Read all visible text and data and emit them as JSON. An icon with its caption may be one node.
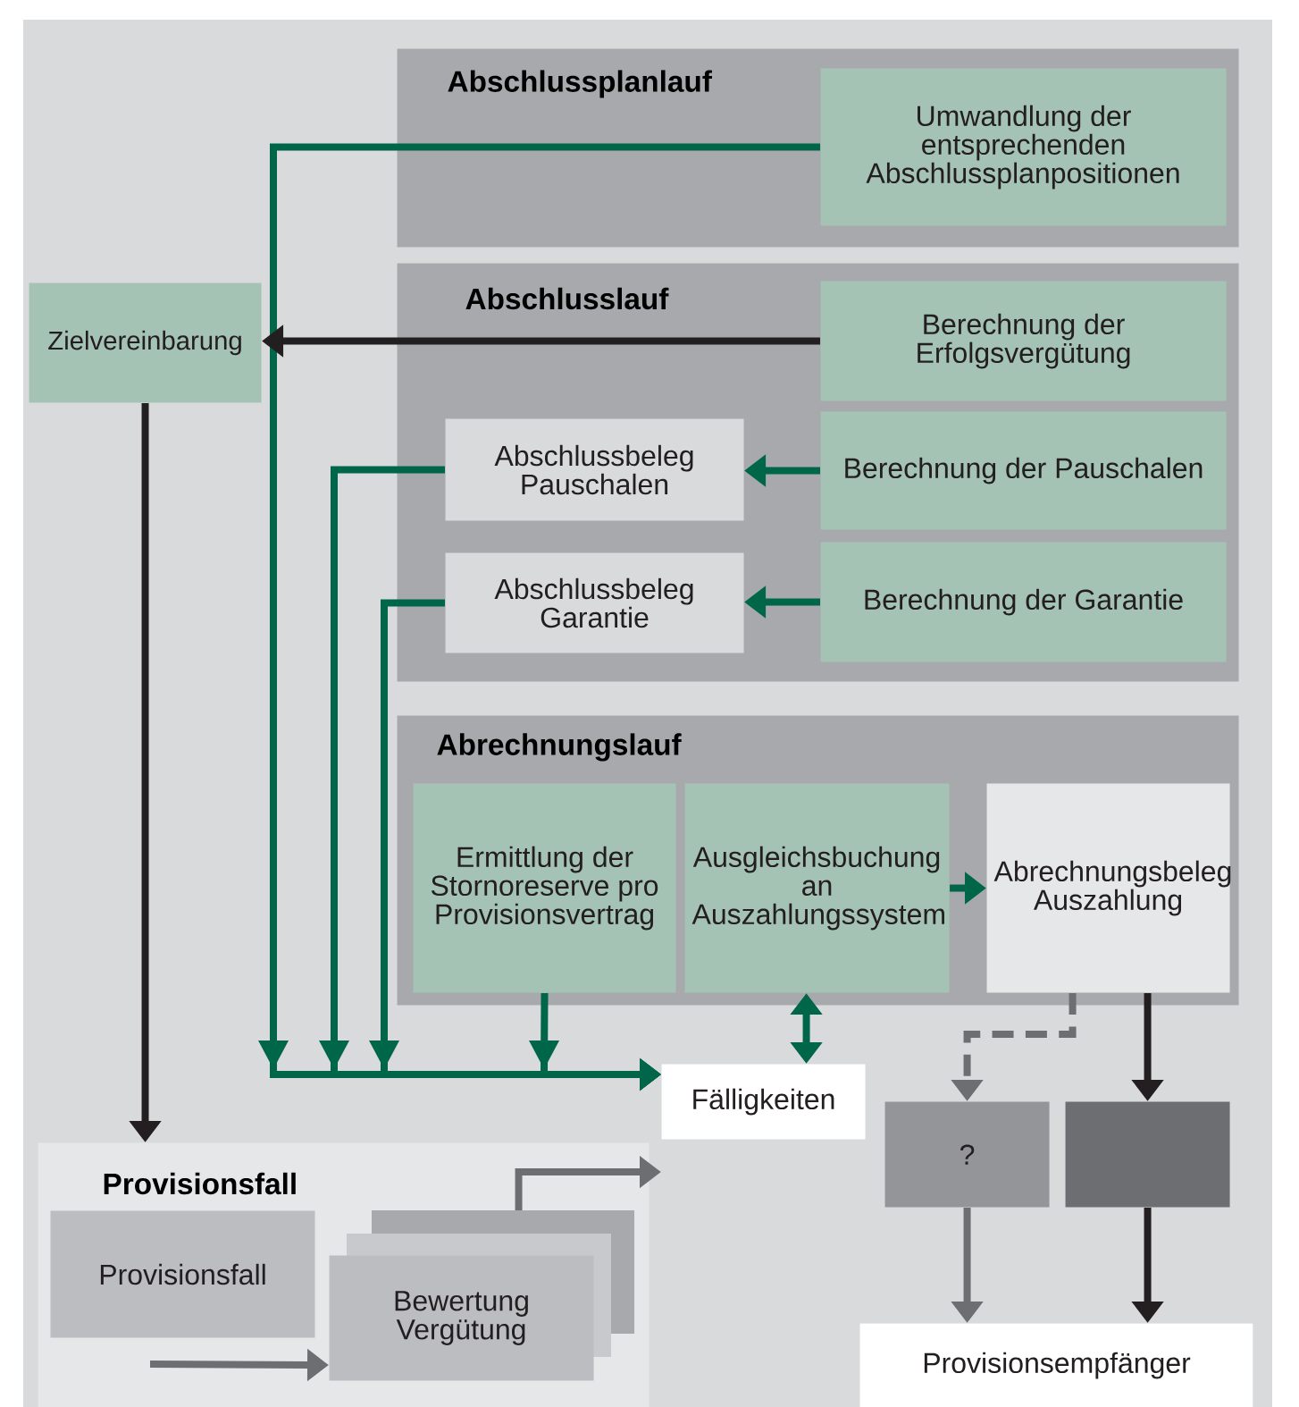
{
  "diagram": {
    "nodes": [
      {
        "text": [
          "Abschlussplanlauf"
        ]
      },
      {
        "text": [
          "Umwandlung der entsprechenden Abschlussplanpositionen"
        ],
        "in": 0
      },
      {
        "text": [
          "Abschlusslauf"
        ]
      },
      {
        "text": [
          "Berechnung der Erfolgsvergütung"
        ],
        "in": 2
      },
      {
        "text": [
          "Abschlussbeleg Pauschalen"
        ],
        "in": 2
      },
      {
        "text": [
          "Berechnung der Pauschalen"
        ],
        "in": 2
      },
      {
        "text": [
          "Abschlussbeleg Garantie"
        ],
        "in": 2
      },
      {
        "text": [
          "Berechnung der Garantie"
        ],
        "in": 2
      },
      {
        "text": [
          "Zielvereinbarung"
        ]
      },
      {
        "text": [
          "Abrechnungslauf"
        ]
      },
      {
        "text": [
          "Ermittlung der Stornoreserve pro Provisionsvertrag"
        ],
        "in": 9
      },
      {
        "text": [
          "Ausgleichsbuchung an Auszahlungssystem"
        ],
        "in": 9
      },
      {
        "text": [
          "Abrechnungsbeleg Auszahlung"
        ],
        "in": 9
      },
      {
        "text": [
          "Fälligkeiten"
        ]
      },
      {
        "text": [
          "Provisionsfall"
        ]
      },
      {
        "text": [
          "Provisionsfall"
        ],
        "in": 14
      },
      {
        "text": [
          "Bewertung Vergütung"
        ],
        "in": 14
      },
      {
        "text": [
          "?"
        ]
      },
      {
        "text": [],
        "shape": "box"
      },
      {
        "text": [
          "Provisionsempfänger"
        ]
      }
    ],
    "edges": [
      {
        "from": 1,
        "to": 13,
        "arrow": "to"
      },
      {
        "from": 4,
        "to": 13,
        "arrow": "to"
      },
      {
        "from": 6,
        "to": 13,
        "arrow": "to"
      },
      {
        "from": 10,
        "to": 13,
        "arrow": "to"
      },
      {
        "from": 3,
        "to": 8,
        "arrow": "to",
        "color": "#231f20"
      },
      {
        "from": 5,
        "to": 4,
        "arrow": "to"
      },
      {
        "from": 7,
        "to": 6,
        "arrow": "to"
      },
      {
        "from": 11,
        "to": 13,
        "arrow": "both"
      },
      {
        "from": 11,
        "to": 12,
        "arrow": "to"
      },
      {
        "from": 8,
        "to": 14,
        "arrow": "to",
        "color": "#231f20"
      },
      {
        "from": 16,
        "to": 13,
        "arrow": "to",
        "color": "#6d6e71"
      },
      {
        "from": null,
        "to": 16,
        "arrow": "to",
        "color": "#6d6e71"
      },
      {
        "from": 12,
        "to": 17,
        "arrow": "to",
        "style": "dashed",
        "color": "#6d6e71"
      },
      {
        "from": 12,
        "to": 18,
        "arrow": "to",
        "color": "#231f20"
      },
      {
        "from": 17,
        "to": 19,
        "arrow": "to",
        "color": "#6d6e71"
      },
      {
        "from": 18,
        "to": 19,
        "arrow": "to",
        "color": "#231f20"
      }
    ]
  }
}
